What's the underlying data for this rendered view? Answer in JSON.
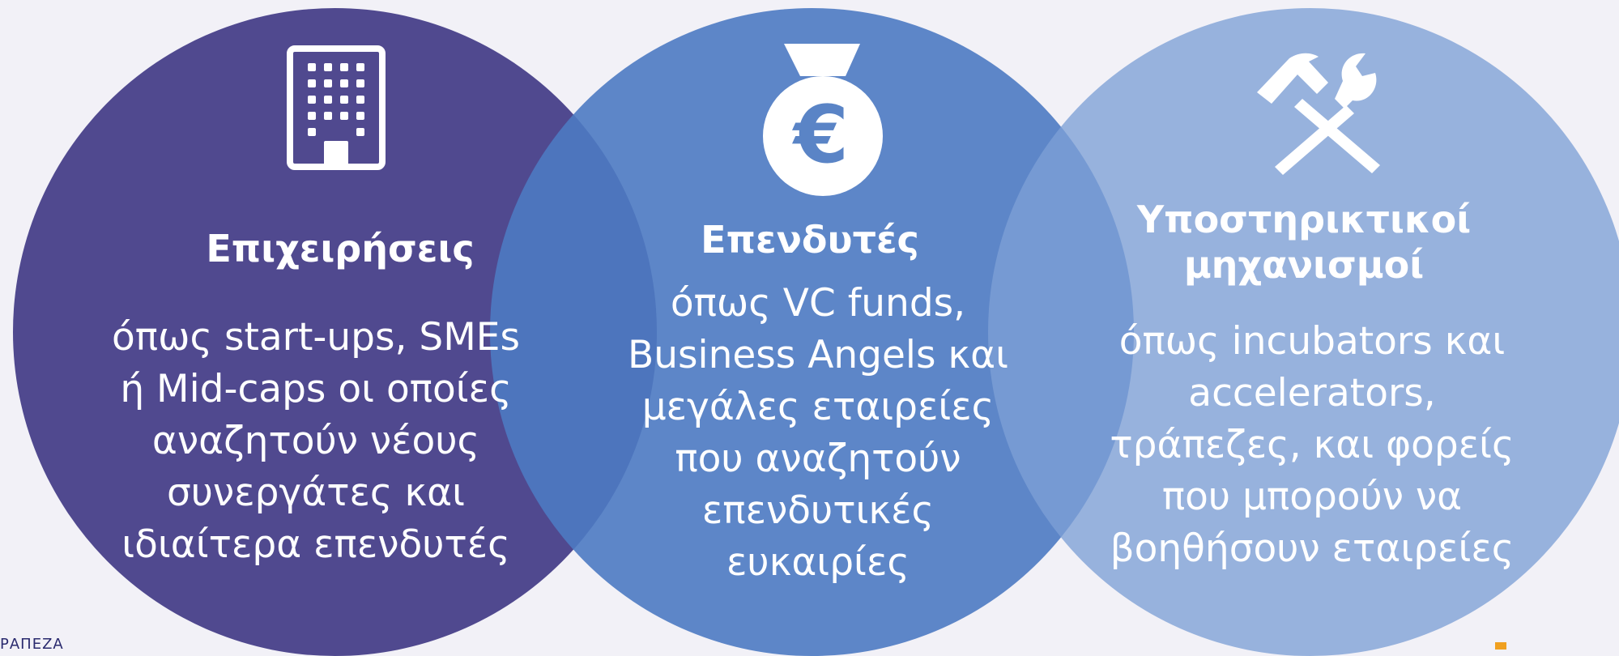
{
  "circles": [
    {
      "title": "Επιχειρήσεις",
      "description": [
        "όπως start-ups, SMEs",
        "ή Mid-caps οι οποίες",
        "αναζητούν νέους",
        "συνεργάτες και",
        "ιδιαίτερα επενδυτές"
      ],
      "icon": "building-icon",
      "color": "#50498f"
    },
    {
      "title": "Επενδυτές",
      "description": [
        "όπως VC funds,",
        "Business Angels και",
        "μεγάλες εταιρείες",
        "που αναζητούν",
        "επενδυτικές",
        "ευκαιρίες"
      ],
      "icon": "euro-money-bag-icon",
      "color": "#4c7ac2"
    },
    {
      "title_lines": [
        "Υποστηρικτικοί",
        "μηχανισμοί"
      ],
      "description": [
        "όπως incubators και",
        "accelerators,",
        "τράπεζες, και φορείς",
        "που μπορούν να",
        "βοηθήσουν εταιρείες"
      ],
      "icon": "hammer-wrench-icon",
      "color": "#7ea0d6"
    }
  ],
  "footer": {
    "text": "ΡΑΠΕΖΑ"
  }
}
